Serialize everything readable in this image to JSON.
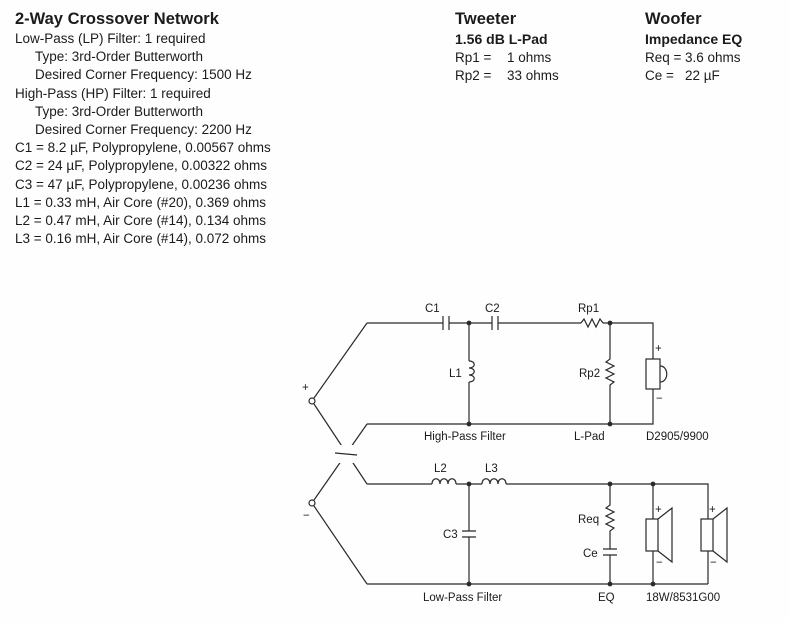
{
  "specs": {
    "title": "2-Way Crossover Network",
    "lp_filter": "Low-Pass (LP) Filter: 1 required",
    "lp_type": "Type: 3rd-Order Butterworth",
    "lp_freq": "Desired Corner Frequency: 1500 Hz",
    "hp_filter": "High-Pass (HP) Filter: 1 required",
    "hp_type": "Type: 3rd-Order Butterworth",
    "hp_freq": "Desired Corner Frequency: 2200 Hz",
    "components": [
      "C1 = 8.2 µF, Polypropylene, 0.00567 ohms",
      "C2 = 24 µF, Polypropylene, 0.00322 ohms",
      "C3 = 47 µF, Polypropylene, 0.00236 ohms",
      "L1 = 0.33 mH, Air Core (#20), 0.369 ohms",
      "L2 = 0.47 mH, Air Core (#14), 0.134 ohms",
      "L3 = 0.16 mH, Air Core (#14), 0.072 ohms"
    ]
  },
  "tweeter": {
    "title": "Tweeter",
    "subtitle": "1.56 dB L-Pad",
    "rp1_label": "Rp1 =",
    "rp1_value": "1 ohms",
    "rp2_label": "Rp2 =",
    "rp2_value": "33 ohms"
  },
  "woofer": {
    "title": "Woofer",
    "subtitle": "Impedance EQ",
    "req_label": "Req =",
    "req_value": "3.6 ohms",
    "ce_label": "Ce =",
    "ce_value": "22 µF"
  },
  "schematic": {
    "labels": {
      "c1": "C1",
      "c2": "C2",
      "rp1": "Rp1",
      "l1": "L1",
      "rp2": "Rp2",
      "plus_in": "+",
      "minus_in": "−",
      "tw_plus": "+",
      "tw_minus": "−",
      "l2": "L2",
      "l3": "L3",
      "req": "Req",
      "c3": "C3",
      "ce": "Ce",
      "wf1_plus": "+",
      "wf1_minus": "−",
      "wf2_plus": "+",
      "wf2_minus": "−"
    },
    "captions": {
      "high_pass": "High-Pass Filter",
      "lpad": "L-Pad",
      "tweeter_model": "D2905/9900",
      "low_pass": "Low-Pass Filter",
      "eq": "EQ",
      "woofer_model": "18W/8531G00"
    }
  }
}
